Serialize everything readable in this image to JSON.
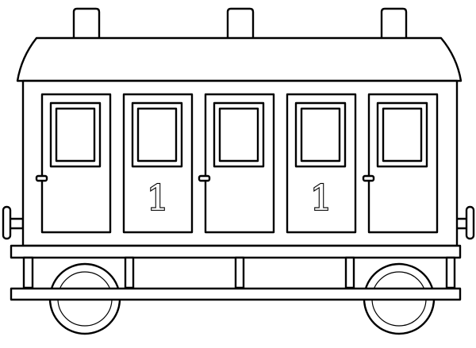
{
  "illustration": {
    "subject": "railway passenger carriage coloring page",
    "style": "black line art on white",
    "colors": {
      "line": "#000000",
      "fill": "#ffffff"
    },
    "chimneys": 3,
    "doors": [
      {
        "index": 1,
        "label": ""
      },
      {
        "index": 2,
        "label": "1"
      },
      {
        "index": 3,
        "label": ""
      },
      {
        "index": 4,
        "label": "1"
      },
      {
        "index": 5,
        "label": ""
      }
    ],
    "wheels": 2,
    "buffers": 2
  }
}
